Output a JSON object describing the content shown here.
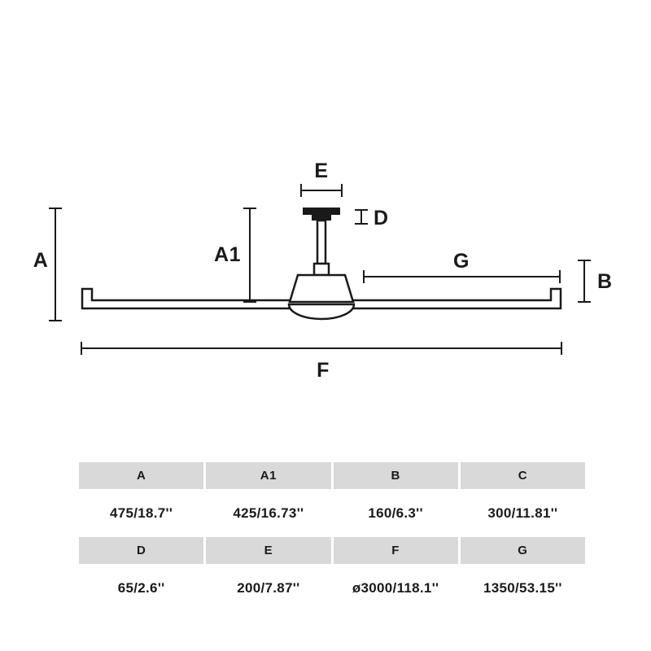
{
  "colors": {
    "ink": "#1a1a1a",
    "table_header_bg": "#d9d9d9",
    "background": "#ffffff"
  },
  "diagram": {
    "labels": {
      "A": "A",
      "A1": "A1",
      "B": "B",
      "D": "D",
      "E": "E",
      "F": "F",
      "G": "G"
    }
  },
  "table": {
    "rows": [
      {
        "headers": [
          "A",
          "A1",
          "B",
          "C"
        ],
        "values": [
          "475/18.7''",
          "425/16.73''",
          "160/6.3''",
          "300/11.81''"
        ]
      },
      {
        "headers": [
          "D",
          "E",
          "F",
          "G"
        ],
        "values": [
          "65/2.6''",
          "200/7.87''",
          "ø3000/118.1''",
          "1350/53.15''"
        ]
      }
    ]
  }
}
